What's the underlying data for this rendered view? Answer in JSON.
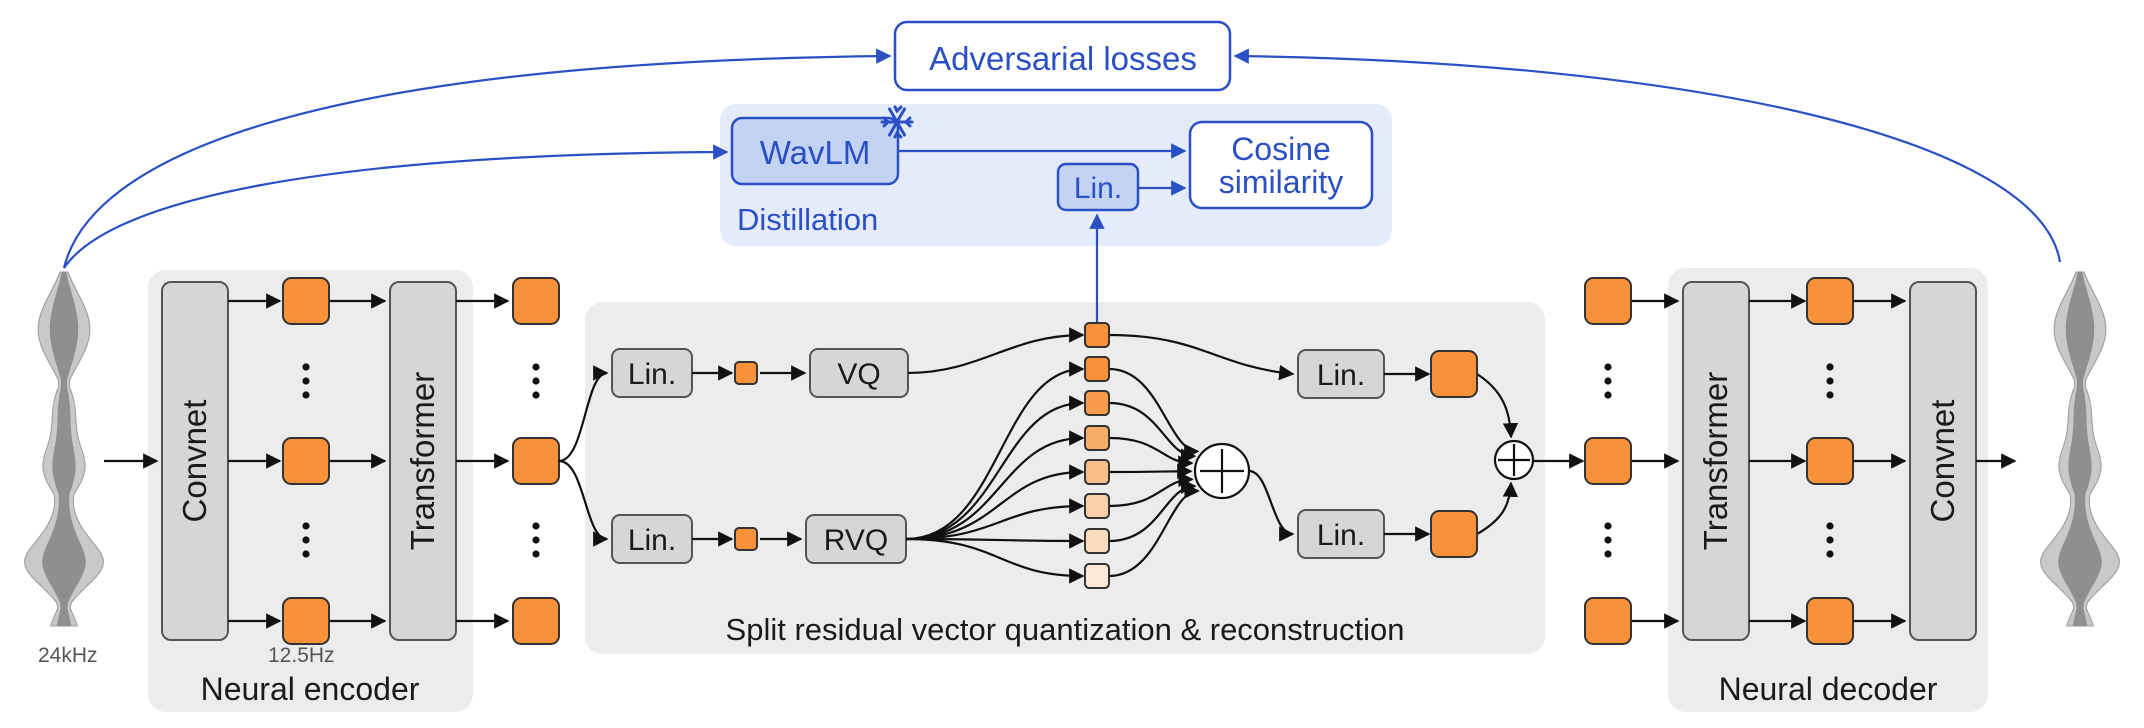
{
  "labels": {
    "adversarial": "Adversarial losses",
    "wavlm": "WavLM",
    "cosine_line1": "Cosine",
    "cosine_line2": "similarity",
    "lin": "Lin.",
    "distillation": "Distillation",
    "convnet": "Convnet",
    "transformer": "Transformer",
    "vq": "VQ",
    "rvq": "RVQ",
    "split_rvq": "Split residual vector quantization & reconstruction",
    "neural_encoder": "Neural encoder",
    "neural_decoder": "Neural decoder",
    "rate_input": "24kHz",
    "rate_latent": "12.5Hz",
    "freeze_icon": "snowflake-icon"
  },
  "colors": {
    "orange": "#f7923a",
    "blue": "#2b4fc4",
    "distill_bg": "#e4ebfa",
    "panel_bg": "#ececec",
    "rvq_code_shades": [
      "#f7923a",
      "#f7923a",
      "#f79c4d",
      "#f8ad6a",
      "#f9bf8a",
      "#fad0a8",
      "#fbdcbf",
      "#fce8d6"
    ]
  }
}
